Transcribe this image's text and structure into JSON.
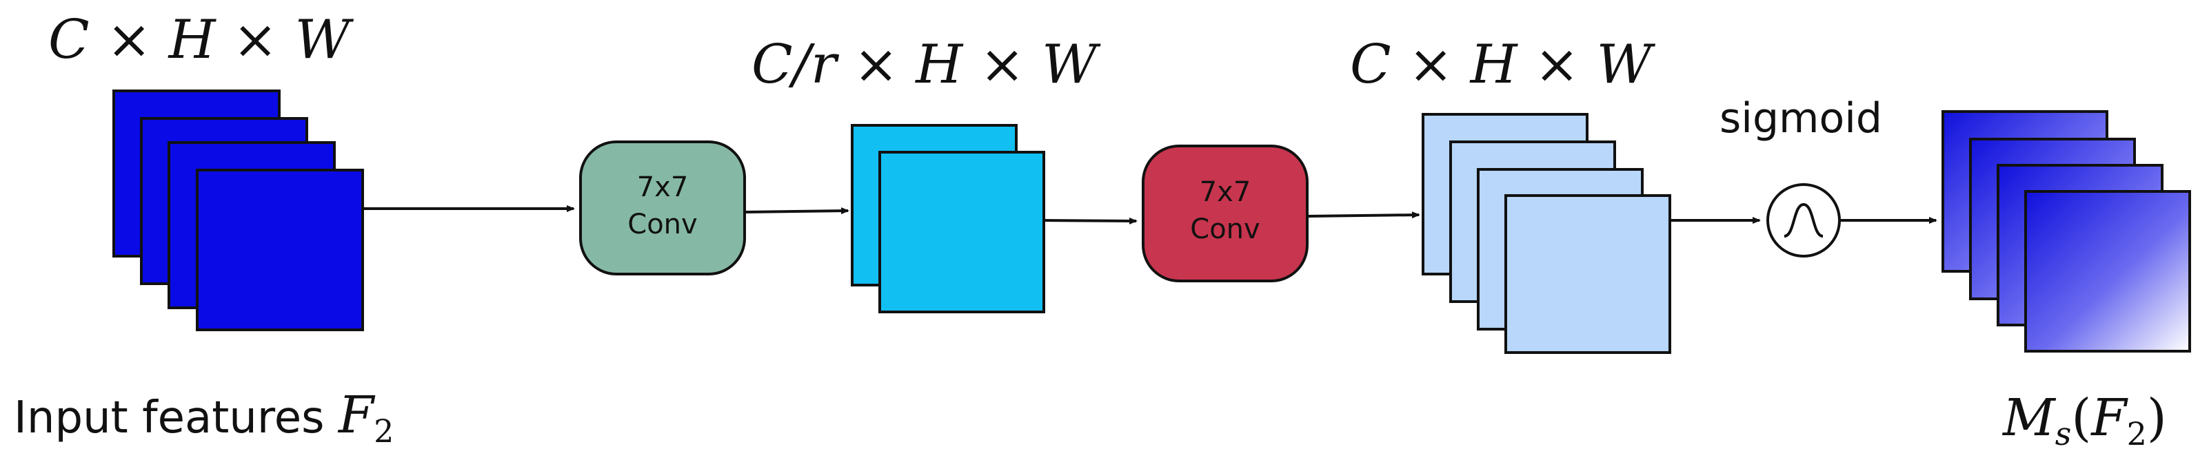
{
  "input": {
    "dims_label": "C × H × W",
    "caption_prefix": "Input features ",
    "caption_var": "F",
    "caption_sub": "2"
  },
  "conv1": {
    "line1": "7x7",
    "line2": "Conv"
  },
  "reduced": {
    "dims_label": "C/r × H × W"
  },
  "conv2": {
    "line1": "7x7",
    "line2": "Conv"
  },
  "expanded": {
    "dims_label": "C × H × W"
  },
  "activation": {
    "label": "sigmoid"
  },
  "output": {
    "caption_var": "M",
    "caption_sub": "s",
    "caption_arg_open": "(",
    "caption_arg_var": "F",
    "caption_arg_sub": "2",
    "caption_arg_close": ")"
  },
  "colors": {
    "input_blue": "#0a0ae6",
    "conv1_fill": "#86b9a5",
    "reduced_cyan": "#12bff2",
    "conv2_fill": "#c8354e",
    "expanded_light": "#b8d7fb",
    "output_blue": "#1414e0"
  }
}
